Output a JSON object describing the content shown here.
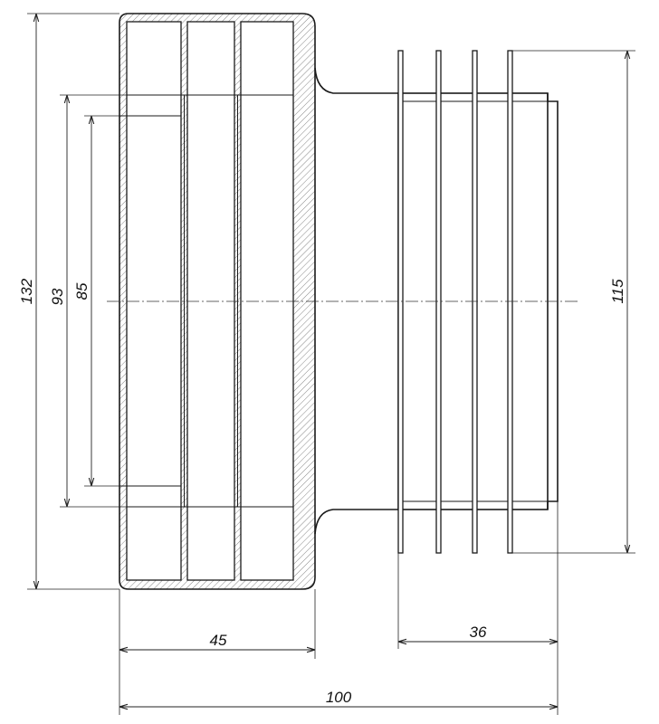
{
  "dimensions": {
    "overall_diameter": "132",
    "socket_outer": "93",
    "socket_inner": "85",
    "spigot_diameter": "115",
    "socket_length": "45",
    "spigot_length": "36",
    "total_length": "100"
  }
}
